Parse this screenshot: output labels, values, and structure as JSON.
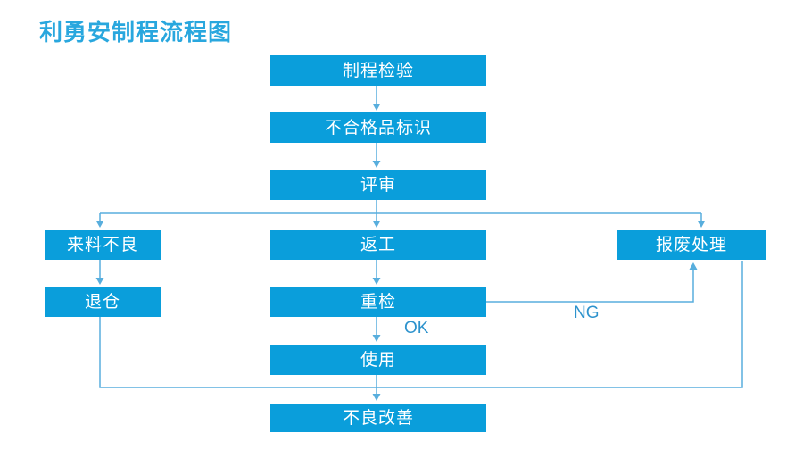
{
  "title": "利勇安制程流程图",
  "colors": {
    "box": "#0a9edb",
    "title": "#29a7de",
    "connector": "#58aedd",
    "label_text": "#2e93cd",
    "node_text": "#ffffff",
    "background": "#ffffff"
  },
  "flowchart": {
    "nodes": [
      {
        "id": "process-inspection",
        "label": "制程检验"
      },
      {
        "id": "nonconforming-product-marking",
        "label": "不合格品标识"
      },
      {
        "id": "review",
        "label": "评审"
      },
      {
        "id": "incoming-material-defect",
        "label": "来料不良"
      },
      {
        "id": "rework",
        "label": "返工"
      },
      {
        "id": "scrap-disposal",
        "label": "报废处理"
      },
      {
        "id": "return-to-warehouse",
        "label": "退仓"
      },
      {
        "id": "recheck",
        "label": "重检"
      },
      {
        "id": "use",
        "label": "使用"
      },
      {
        "id": "defect-improvement",
        "label": "不良改善"
      }
    ],
    "edge_labels": {
      "ok": "OK",
      "ng": "NG"
    },
    "edges": [
      {
        "from": "制程检验",
        "to": "不合格品标识",
        "label": ""
      },
      {
        "from": "不合格品标识",
        "to": "评审",
        "label": ""
      },
      {
        "from": "评审",
        "to": "来料不良",
        "label": ""
      },
      {
        "from": "评审",
        "to": "返工",
        "label": ""
      },
      {
        "from": "评审",
        "to": "报废处理",
        "label": ""
      },
      {
        "from": "来料不良",
        "to": "退仓",
        "label": ""
      },
      {
        "from": "返工",
        "to": "重检",
        "label": ""
      },
      {
        "from": "重检",
        "to": "使用",
        "label": "OK"
      },
      {
        "from": "重检",
        "to": "报废处理",
        "label": "NG"
      },
      {
        "from": "使用",
        "to": "不良改善",
        "label": ""
      },
      {
        "from": "退仓",
        "to": "不良改善",
        "label": ""
      },
      {
        "from": "报废处理",
        "to": "不良改善",
        "label": ""
      }
    ]
  }
}
